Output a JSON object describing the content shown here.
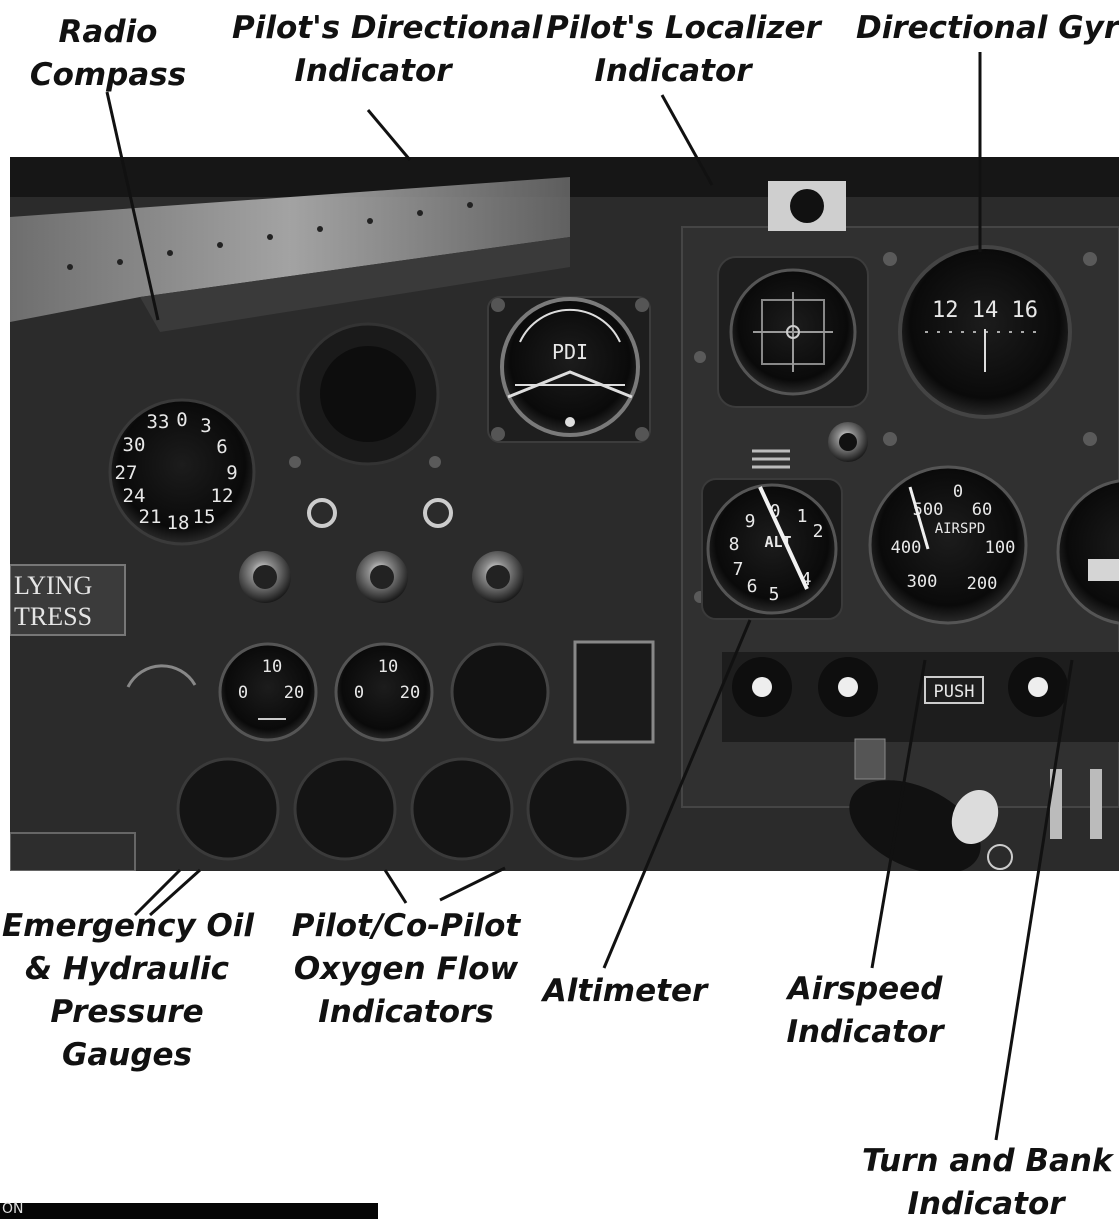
{
  "labels": {
    "radio_compass": [
      "Radio",
      "Compass"
    ],
    "pilots_directional_indicator": [
      "Pilot's Directional",
      "Indicator"
    ],
    "pilots_localizer_indicator": [
      "Pilot's Localizer",
      "Indicator"
    ],
    "directional_gyro": [
      "Directional Gyro"
    ],
    "emergency_oil_hydraulic": [
      "Emergency Oil",
      "& Hydraulic",
      "Pressure",
      "Gauges"
    ],
    "oxygen_flow": [
      "Pilot/Co-Pilot",
      "Oxygen Flow",
      "Indicators"
    ],
    "altimeter": [
      "Altimeter"
    ],
    "airspeed": [
      "Airspeed",
      "Indicator"
    ],
    "turn_and_bank": [
      "Turn and Bank",
      "Indicator"
    ]
  },
  "panel": {
    "placard": [
      "LYING",
      "TRESS"
    ],
    "pdi_text": "PDI",
    "gyro_scale": "12 14 16",
    "radio_compass_numbers": [
      "33",
      "0",
      "3",
      "30",
      "6",
      "27",
      "9",
      "24",
      "12",
      "21",
      "18",
      "15"
    ],
    "altimeter_numbers": [
      "9",
      "0",
      "1",
      "2",
      "8",
      "7",
      "6",
      "5",
      "4"
    ],
    "altimeter_text": "ALT",
    "airspeed_text": "AIRSPD",
    "airspeed_numbers": [
      "0",
      "500",
      "60",
      "400",
      "100",
      "300",
      "200"
    ],
    "oxygen_numbers": [
      "10",
      "0",
      "20"
    ],
    "push_text": "PUSH"
  },
  "footer_fragment": "ON"
}
